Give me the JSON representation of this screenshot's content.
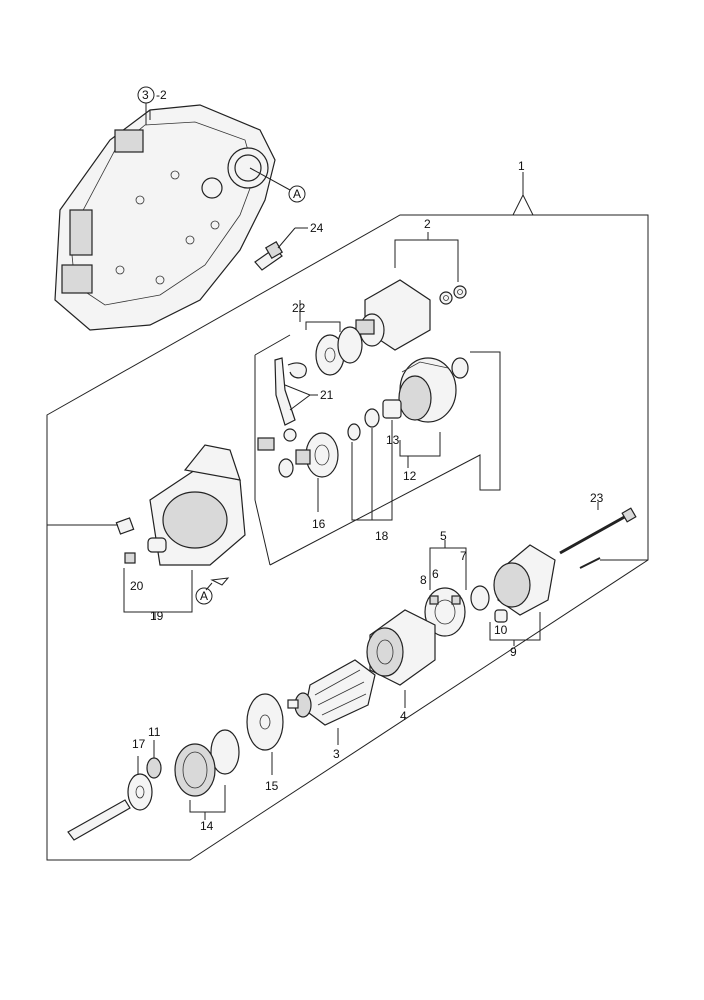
{
  "diagram": {
    "ref_assembly": {
      "circled": "3",
      "suffix": "-2"
    },
    "ref_point": "A",
    "labels": {
      "p1": "1",
      "p2": "2",
      "p3": "3",
      "p4": "4",
      "p5": "5",
      "p6": "6",
      "p7": "7",
      "p8": "8",
      "p9": "9",
      "p10": "10",
      "p11": "11",
      "p12": "12",
      "p13": "13",
      "p14": "14",
      "p15": "15",
      "p16": "16",
      "p17": "17",
      "p18": "18",
      "p19": "19",
      "p20": "20",
      "p21": "21",
      "p22": "22",
      "p23": "23",
      "p24": "24"
    }
  }
}
